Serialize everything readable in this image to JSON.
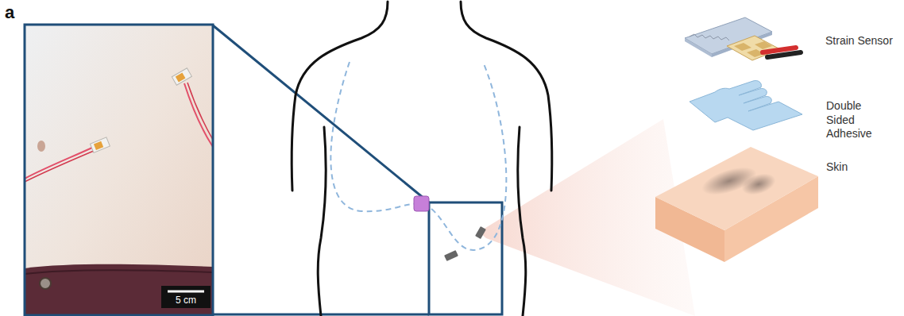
{
  "diagram": {
    "labels": [
      "a",
      "5 cm",
      "Strain Sensor",
      "Double Sided Adhesive",
      "Skin"
    ]
  }
}
